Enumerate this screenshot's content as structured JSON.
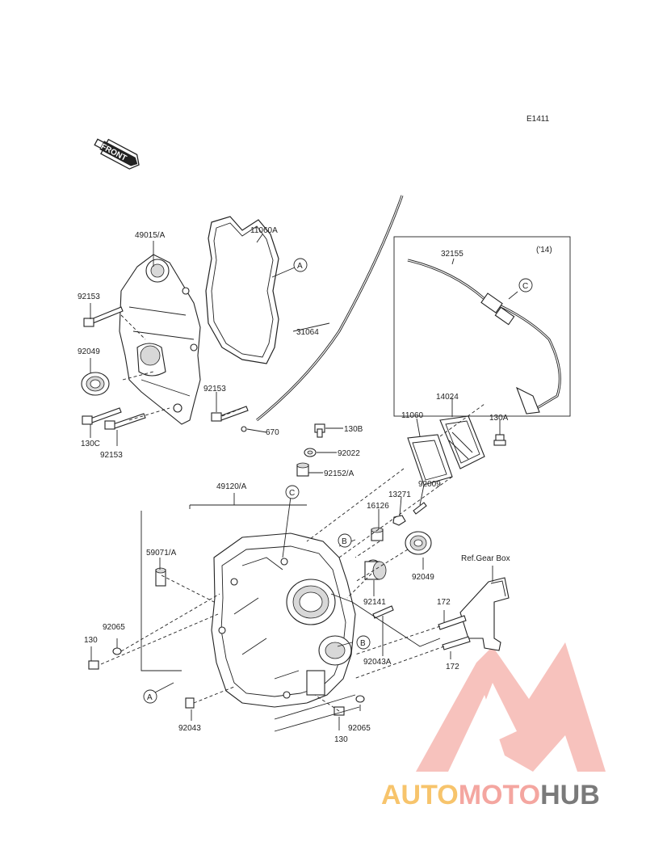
{
  "diagram_code": "E1411",
  "front_label": "FRONT",
  "year_note": "('14)",
  "ref_note": "Ref.Gear Box",
  "callouts": {
    "a": "A",
    "b": "B",
    "c": "C"
  },
  "parts": {
    "p49015A": "49015/A",
    "p11060A": "11060A",
    "p92153_top": "92153",
    "p92049_left": "92049",
    "p92153_mid": "92153",
    "p130C": "130C",
    "p92153_bot": "92153",
    "p670": "670",
    "p31064": "31064",
    "p32155": "32155",
    "p14024": "14024",
    "p11060": "11060",
    "p130A": "130A",
    "p130B": "130B",
    "p92022": "92022",
    "p92152A": "92152/A",
    "p49120A": "49120/A",
    "p92009": "92009",
    "p13271": "13271",
    "p16126": "16126",
    "p59071A": "59071/A",
    "p92049_right": "92049",
    "p92141": "92141",
    "p172_top": "172",
    "p172_bot": "172",
    "p92065_left": "92065",
    "p130_left": "130",
    "p92043A": "92043A",
    "p92043": "92043",
    "p130_bot": "130",
    "p92065_bot": "92065"
  },
  "watermark": {
    "part1": "AUTO",
    "part2": "MOTO",
    "part3": "HUB",
    "color_main": "#f4a6a0",
    "color_accent": "#f7c46c",
    "color_dark": "#7a7a7a"
  }
}
